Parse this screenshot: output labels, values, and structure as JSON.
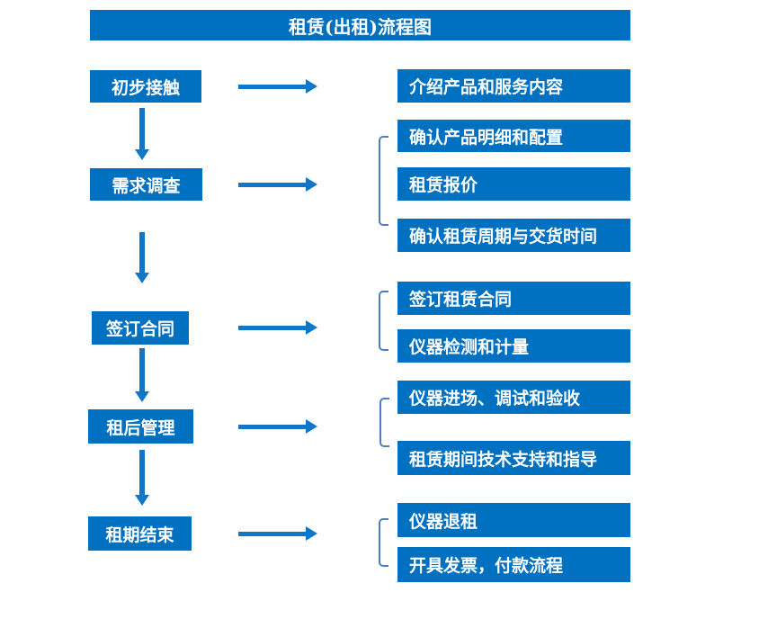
{
  "title": "租赁(出租)流程图",
  "colors": {
    "primary": "#0070C0",
    "arrow": "#1076C8",
    "bracket": "#4f7dbd",
    "text": "#ffffff"
  },
  "steps": [
    {
      "label": "初步接触",
      "outputs": [
        "介绍产品和服务内容"
      ]
    },
    {
      "label": "需求调查",
      "outputs": [
        "确认产品明细和配置",
        "租赁报价",
        "确认租赁周期与交货时间"
      ]
    },
    {
      "label": "签订合同",
      "outputs": [
        "签订租赁合同",
        "仪器检测和计量"
      ]
    },
    {
      "label": "租后管理",
      "outputs": [
        "仪器进场、调试和验收",
        "租赁期间技术支持和指导"
      ]
    },
    {
      "label": "租期结束",
      "outputs": [
        "仪器退租",
        "开具发票，付款流程"
      ]
    }
  ]
}
